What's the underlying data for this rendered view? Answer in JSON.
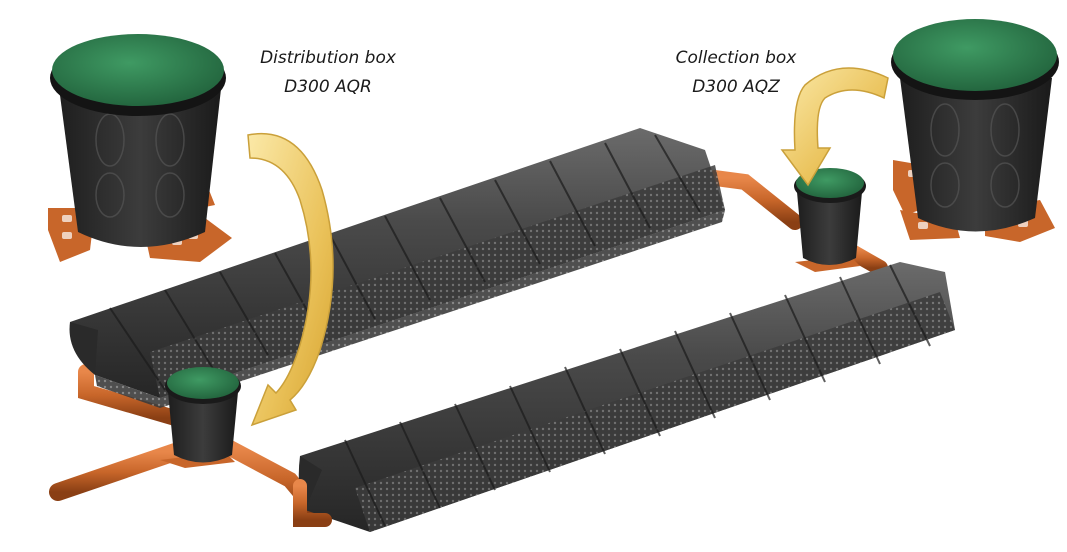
{
  "labels": {
    "distribution": {
      "name": "Distribution box",
      "model": "D300 AQR"
    },
    "collection": {
      "name": "Collection box",
      "model": "D300 AQZ"
    }
  },
  "icons": [
    "distribution-box-icon",
    "collection-box-icon",
    "curved-arrow-icon",
    "infiltration-tunnel-icon",
    "pipe-icon"
  ],
  "colors": {
    "lid": "#2e7d4f",
    "box_body": "#2b2b2b",
    "tunnel": "#3a3a3a",
    "pipe": "#c8662a",
    "arrow": "#e6b53a"
  }
}
